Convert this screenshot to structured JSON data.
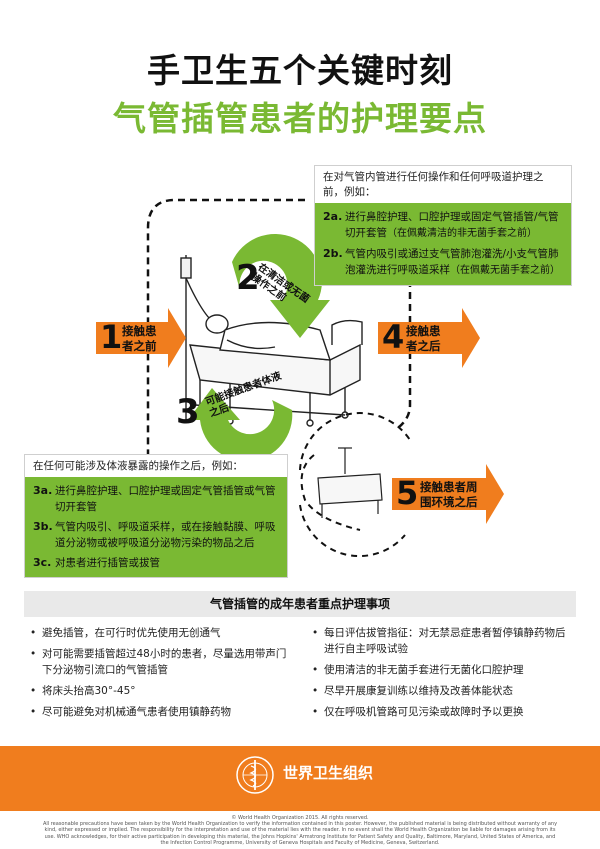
{
  "header": {
    "title": "手卫生五个关键时刻",
    "subtitle": "气管插管患者的护理要点"
  },
  "box_top": {
    "intro": "在对气管内管进行任何操作和任何呼吸道护理之前，例如：",
    "items": [
      {
        "num": "2a.",
        "text": "进行鼻腔护理、口腔护理或固定气管插管/气管切开套管",
        "note": "（在佩戴清洁的非无菌手套之前）"
      },
      {
        "num": "2b.",
        "text": "气管内吸引或通过支气管肺泡灌洗/小支气管肺泡灌洗进行呼吸道采样",
        "note": "（在佩戴无菌手套之前）"
      }
    ]
  },
  "box_bottom": {
    "intro": "在任何可能涉及体液暴露的操作之后，例如：",
    "items": [
      {
        "num": "3a.",
        "text": "进行鼻腔护理、口腔护理或固定气管插管或气管切开套管"
      },
      {
        "num": "3b.",
        "text": "气管内吸引、呼吸道采样，或在接触黏膜、呼吸道分泌物或被呼吸道分泌物污染的物品之后"
      },
      {
        "num": "3c.",
        "text": "对患者进行插管或拔管"
      }
    ]
  },
  "moments": {
    "m1": {
      "num": "1",
      "line1": "接触患",
      "line2": "者之前"
    },
    "m2": {
      "num": "2",
      "label": "在清洁或无菌操作之前"
    },
    "m3": {
      "num": "3",
      "label": "可能接触患者体液之后"
    },
    "m4": {
      "num": "4",
      "line1": "接触患",
      "line2": "者之后"
    },
    "m5": {
      "num": "5",
      "line1": "接触患者周",
      "line2": "围环境之后"
    }
  },
  "care": {
    "title": "气管插管的成年患者重点护理事项",
    "left": [
      "避免插管，在可行时优先使用无创通气",
      "对可能需要插管超过48小时的患者，尽量选用带声门下分泌物引流口的气管插管",
      "将床头抬高30°-45°",
      "尽可能避免对机械通气患者使用镇静药物"
    ],
    "right": [
      "每日评估拔管指征：对无禁忌症患者暂停镇静药物后进行自主呼吸试验",
      "使用清洁的非无菌手套进行无菌化口腔护理",
      "尽早开展康复训练以维持及改善体能状态",
      "仅在呼吸机管路可见污染或故障时予以更换"
    ]
  },
  "footer": {
    "org": "世界卫生组织",
    "copyright": "© World Health Organization 2015. All rights reserved.",
    "disclaimer": "All reasonable precautions have been taken by the World Health Organization to verify the information contained in this poster. However, the published material is being distributed without warranty of any kind, either expressed or implied. The responsibility for the interpretation and use of the material lies with the reader. In no event shall the World Health Organization be liable for damages arising from its use. WHO acknowledges, for their active participation in developing this material, the Johns Hopkins' Armstrong Institute for Patient Safety and Quality, Baltimore, Maryland, United States of America, and the Infection Control Programme, University of Geneva Hospitals and Faculty of Medicine, Geneva, Switzerland."
  },
  "colors": {
    "orange": "#f07d1e",
    "green": "#7ab933",
    "dark": "#111111",
    "grey_bar": "#e9e9e9"
  },
  "icons": [
    "who-emblem-icon",
    "hospital-bed-illustration",
    "iv-drip-icon"
  ]
}
